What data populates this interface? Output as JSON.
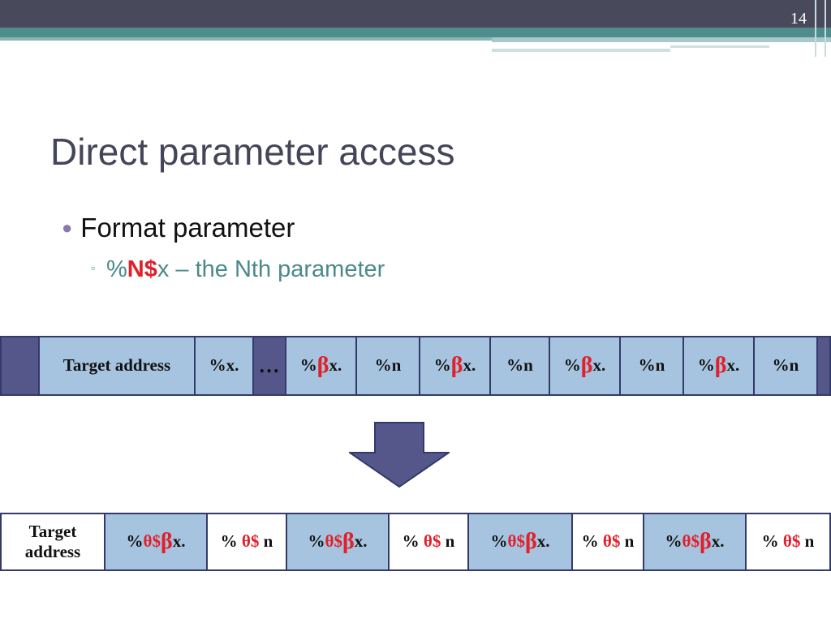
{
  "slide": {
    "number": "14",
    "title": "Direct parameter access",
    "bullet": "Format parameter",
    "sub_bullet": {
      "prefix": "%",
      "highlight": "N$",
      "suffix": "x – the Nth parameter"
    }
  },
  "row1": {
    "target": "Target address",
    "fmt_x": "%x.",
    "ellipsis": "…",
    "pct": "%",
    "beta": "β",
    "x_suffix": "x.",
    "fmt_n": "%n"
  },
  "row2": {
    "target": "Target address",
    "pct": "%",
    "theta": "θ$",
    "beta": "β",
    "x_suffix": "x.",
    "n_suffix": "n"
  },
  "colors": {
    "cell_blue": "#a6c4df",
    "cell_dark": "#55578a",
    "highlight_red": "#e0202a",
    "title": "#434558",
    "teal": "#4f8c8c"
  }
}
